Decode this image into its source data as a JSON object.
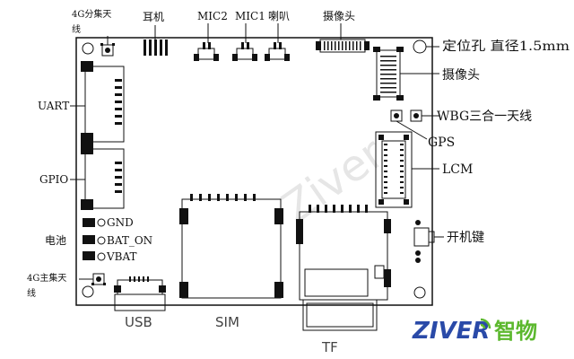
{
  "labels": {
    "ant_4g_div": [
      "4G分集天",
      "线"
    ],
    "earphone": "耳机",
    "mic2": "MIC2",
    "mic1": "MIC1",
    "speaker": "喇叭",
    "camera_top": "摄像头",
    "mount_hole": "定位孔 直径1.5mm",
    "camera_right": "摄像头",
    "wbg_ant": "WBG三合一天线",
    "gps": "GPS",
    "lcm": "LCM",
    "uart": "UART",
    "gpio": "GPIO",
    "gnd": "GND",
    "bat_on": "BAT_ON",
    "vbat": "VBAT",
    "battery": "电池",
    "power_key": "开机键",
    "ant_4g_main": [
      "4G主集天",
      "线"
    ],
    "usb": "USB",
    "sim": "SIM",
    "tf": "TF"
  },
  "brand": {
    "text": "ZIVER",
    "cn": "智物",
    "color_blue": "#2a4aa8",
    "color_green": "#5cb82e"
  },
  "watermark": "Ziver",
  "colors": {
    "line": "#111111",
    "fill": "#111111"
  }
}
